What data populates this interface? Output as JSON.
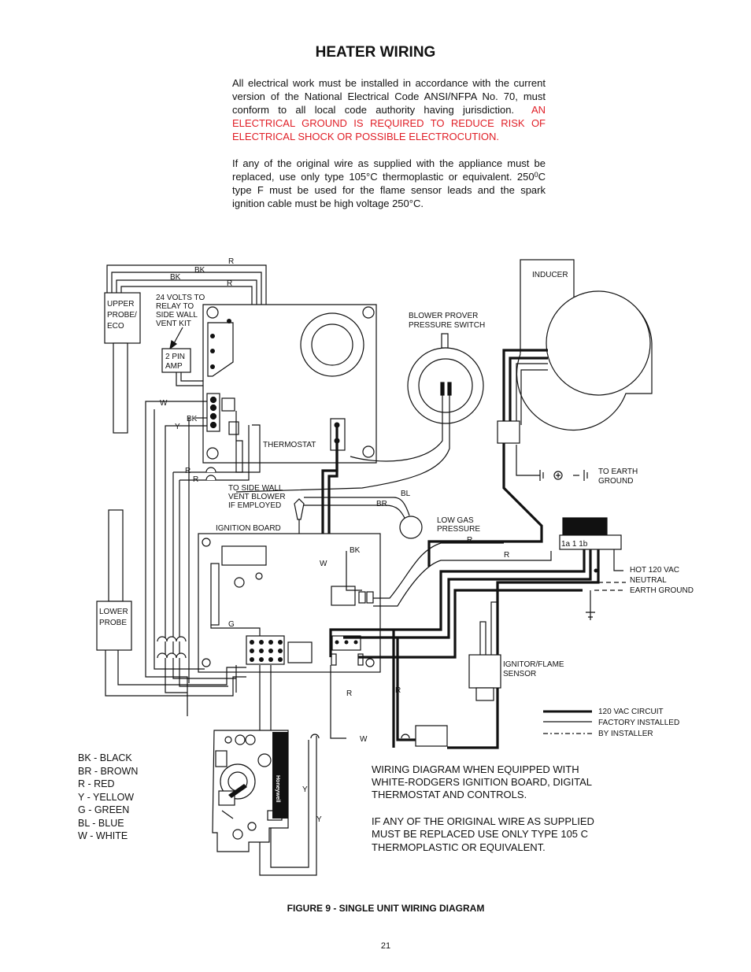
{
  "page": {
    "title": "HEATER WIRING",
    "para1_main": "All electrical work must be installed in accordance with the current version of the National Electrical Code ANSI/NFPA No. 70,  must conform to all local code authority having jurisdiction.",
    "para1_warning": "AN ELECTRICAL GROUND IS REQUIRED TO REDUCE RISK OF ELECTRICAL SHOCK OR POSSIBLE ELECTROCUTION.",
    "para2_a": "If any of the original wire as supplied with the appliance must be replaced, use only type 105°C thermoplastic or equivalent. 250",
    "para2_sup": "0",
    "para2_b": "C type F must be used for the flame sensor leads and the spark ignition cable must be high voltage 250°C.",
    "caption": "FIGURE 9 - SINGLE UNIT WIRING DIAGRAM",
    "page_number": "21"
  },
  "diagram": {
    "components": {
      "upper_probe": [
        "UPPER",
        "PROBE/",
        "ECO"
      ],
      "lower_probe": [
        "LOWER",
        "PROBE"
      ],
      "relay_note": [
        "24 VOLTS TO",
        "RELAY TO",
        "SIDE WALL",
        "VENT KIT"
      ],
      "amp": [
        "2 PIN",
        "AMP"
      ],
      "thermostat": "THERMOSTAT",
      "inducer": "INDUCER",
      "blower_switch": [
        "BLOWER PROVER",
        "PRESSURE SWITCH"
      ],
      "earth": [
        "TO EARTH",
        "GROUND"
      ],
      "side_wall": [
        "TO SIDE WALL",
        "VENT BLOWER",
        "IF EMPLOYED"
      ],
      "ignition_board": "IGNITION BOARD",
      "low_gas": [
        "LOW GAS",
        "PRESSURE"
      ],
      "switch_label": "1a 1 1b",
      "power": [
        "HOT 120 VAC",
        "NEUTRAL",
        "EARTH GROUND"
      ],
      "ignitor": [
        "IGNITOR/FLAME",
        "SENSOR"
      ],
      "valve_brand": "Honeywell"
    },
    "wire_labels": {
      "r": "R",
      "bk": "BK",
      "w": "W",
      "y": "Y",
      "bl": "BL",
      "br": "BR",
      "g": "G"
    },
    "wire_key": [
      "120 VAC CIRCUIT",
      "FACTORY INSTALLED",
      "BY INSTALLER"
    ],
    "color_legend": [
      "BK - BLACK",
      "BR - BROWN",
      "R - RED",
      "Y - YELLOW",
      "G - GREEN",
      "BL - BLUE",
      "W - WHITE"
    ],
    "notes": {
      "note1": [
        "WIRING DIAGRAM WHEN EQUIPPED WITH",
        "WHITE-RODGERS IGNITION BOARD, DIGITAL",
        "THERMOSTAT AND CONTROLS."
      ],
      "note2": [
        "IF ANY OF THE ORIGINAL WIRE AS SUPPLIED",
        "MUST BE REPLACED USE ONLY TYPE 105 C",
        "THERMOPLASTIC OR EQUIVALENT."
      ]
    }
  }
}
